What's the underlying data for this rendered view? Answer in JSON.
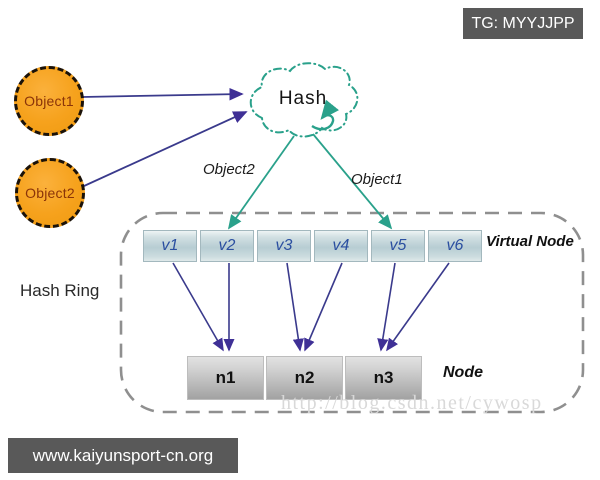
{
  "badges": {
    "tg": "TG: MYYJJPP",
    "site": "www.kaiyunsport-cn.org"
  },
  "diagram": {
    "title_cloud": "Hash",
    "objects": [
      {
        "label": "Object1"
      },
      {
        "label": "Object2"
      }
    ],
    "mapping_labels": {
      "to_v2": "Object2",
      "to_v5": "Object1"
    },
    "hash_ring_label": "Hash Ring",
    "virtual_nodes": [
      "v1",
      "v2",
      "v3",
      "v4",
      "v5",
      "v6"
    ],
    "virtual_node_label": "Virtual Node",
    "nodes": [
      "n1",
      "n2",
      "n3"
    ],
    "node_label": "Node",
    "watermark": "http://blog.csdn.net/cywosp",
    "colors": {
      "object_fill": "#f6a21d",
      "object_text": "#8b3408",
      "cloud_stroke": "#2aa18b",
      "teal_arrow": "#2aa18b",
      "navy_arrow": "#3a3a8c",
      "arrowhead": "#3f3096",
      "vcell_fill": "#b7cdd3",
      "vcell_text": "#2b4fa0",
      "node_fill": "#b5b5b5",
      "ring_dash": "#8f8f8f",
      "badge_bg": "#595959",
      "watermark_text": "#d9d9d9"
    }
  }
}
